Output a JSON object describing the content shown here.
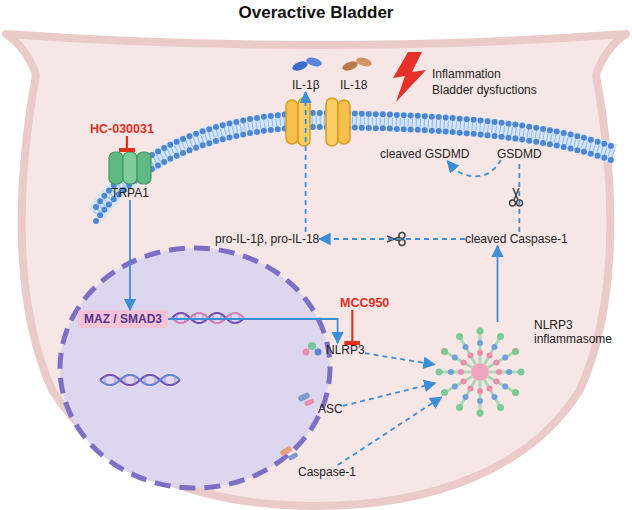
{
  "diagram": {
    "title": "Overactive Bladder",
    "nodes": [
      {
        "text": [
          "HC-030031"
        ]
      },
      {
        "text": [
          "TRPA1"
        ]
      },
      {
        "text": [
          "MAZ / SMAD3"
        ]
      },
      {
        "text": [
          "NLRP3"
        ]
      },
      {
        "text": [
          "MCC950"
        ]
      },
      {
        "text": [
          "ASC"
        ]
      },
      {
        "text": [
          "Caspase-1"
        ]
      },
      {
        "text": [
          "NLRP3 inflammasome"
        ]
      },
      {
        "text": [
          "cleaved Caspase-1"
        ]
      },
      {
        "text": [
          "pro-IL-1β, pro-IL-18"
        ]
      },
      {
        "text": [
          "cleaved GSDMD"
        ]
      },
      {
        "text": [
          "GSDMD"
        ]
      },
      {
        "text": [
          "IL-1β"
        ]
      },
      {
        "text": [
          "IL-18"
        ]
      }
    ],
    "edges": [
      {
        "from": 0,
        "to": 1,
        "arrow": "to"
      },
      {
        "from": 1,
        "to": 2,
        "arrow": "to"
      },
      {
        "from": 2,
        "to": 3,
        "arrow": "to"
      },
      {
        "from": 4,
        "to": 3,
        "arrow": "to"
      },
      {
        "from": 3,
        "to": 7,
        "arrow": "to"
      },
      {
        "from": 5,
        "to": 7,
        "arrow": "to"
      },
      {
        "from": 6,
        "to": 7,
        "arrow": "to"
      },
      {
        "from": 7,
        "to": 8,
        "arrow": "to"
      },
      {
        "from": 8,
        "to": 9,
        "arrow": "to"
      },
      {
        "from": 9,
        "to": 12,
        "arrow": "to"
      },
      {
        "from": 8,
        "to": 11,
        "arrow": "none"
      },
      {
        "from": 11,
        "to": 10,
        "arrow": "to"
      }
    ],
    "labels": [
      "Inflammation Bladder dysfuctions"
    ]
  }
}
